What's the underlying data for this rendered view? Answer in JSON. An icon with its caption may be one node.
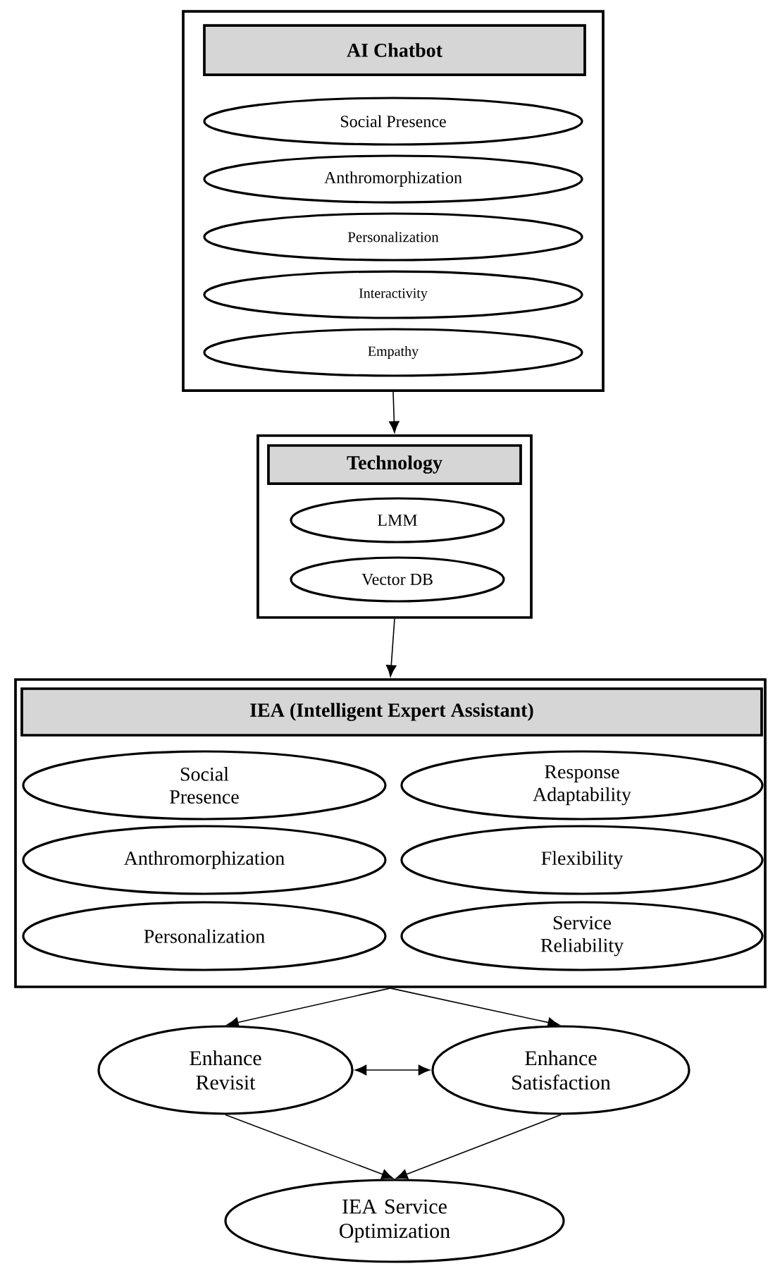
{
  "diagram": {
    "nodes": [
      {
        "text": [],
        "shape": "box"
      },
      {
        "text": [
          "AI Chatbot"
        ],
        "in": 0
      },
      {
        "text": [
          "Social Presence"
        ],
        "in": 0
      },
      {
        "text": [
          "Anthromorphization"
        ],
        "in": 0
      },
      {
        "text": [
          "Personalization"
        ],
        "in": 0
      },
      {
        "text": [
          "Interactivity"
        ],
        "in": 0
      },
      {
        "text": [
          "Empathy"
        ],
        "in": 0
      },
      {
        "text": [],
        "shape": "box"
      },
      {
        "text": [
          "Technology"
        ],
        "in": 7
      },
      {
        "text": [
          "LMM"
        ],
        "in": 7
      },
      {
        "text": [
          "Vector DB"
        ],
        "in": 7
      },
      {
        "text": [],
        "shape": "box"
      },
      {
        "text": [
          "IEA (Intelligent Expert Assistant)"
        ],
        "in": 11
      },
      {
        "text": [
          "Social Presence"
        ],
        "in": 11
      },
      {
        "text": [
          "Response Adaptability"
        ],
        "in": 11
      },
      {
        "text": [
          "Anthromorphization"
        ],
        "in": 11
      },
      {
        "text": [
          "Flexibility"
        ],
        "in": 11
      },
      {
        "text": [
          "Personalization"
        ],
        "in": 11
      },
      {
        "text": [
          "Service Reliability"
        ],
        "in": 11
      },
      {
        "text": [
          "Enhance Revisit"
        ]
      },
      {
        "text": [
          "Enhance Satisfaction"
        ]
      },
      {
        "text": [
          "IEA Service Optimization"
        ]
      }
    ],
    "edges": [
      {
        "from": 0,
        "to": 7,
        "arrow": "to"
      },
      {
        "from": 7,
        "to": 11,
        "arrow": "to"
      },
      {
        "from": 11,
        "to": 19,
        "arrow": "to"
      },
      {
        "from": 11,
        "to": 20,
        "arrow": "to"
      },
      {
        "from": 19,
        "to": 20,
        "arrow": "both"
      },
      {
        "from": 19,
        "to": 21,
        "arrow": "to"
      },
      {
        "from": 20,
        "to": 21,
        "arrow": "to"
      }
    ]
  }
}
